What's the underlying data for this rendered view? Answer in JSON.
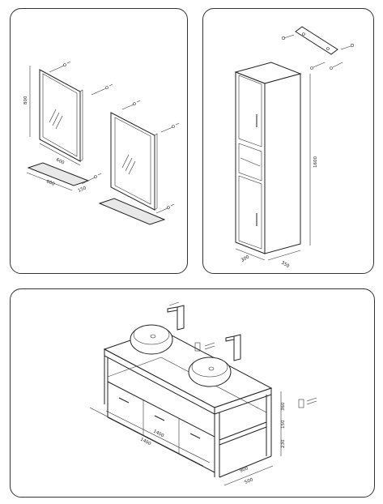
{
  "mirror_panel": {
    "dims": {
      "height": "800",
      "width": "600",
      "shelf_width": "600",
      "shelf_depth": "150"
    }
  },
  "cabinet_panel": {
    "dims": {
      "height": "1600",
      "width": "350",
      "depth": "300"
    }
  },
  "vanity_panel": {
    "dims": {
      "length": "1400",
      "width": "1400",
      "depth": "500",
      "leg": "900",
      "h1": "360",
      "h2": "150",
      "h3": "230"
    }
  }
}
